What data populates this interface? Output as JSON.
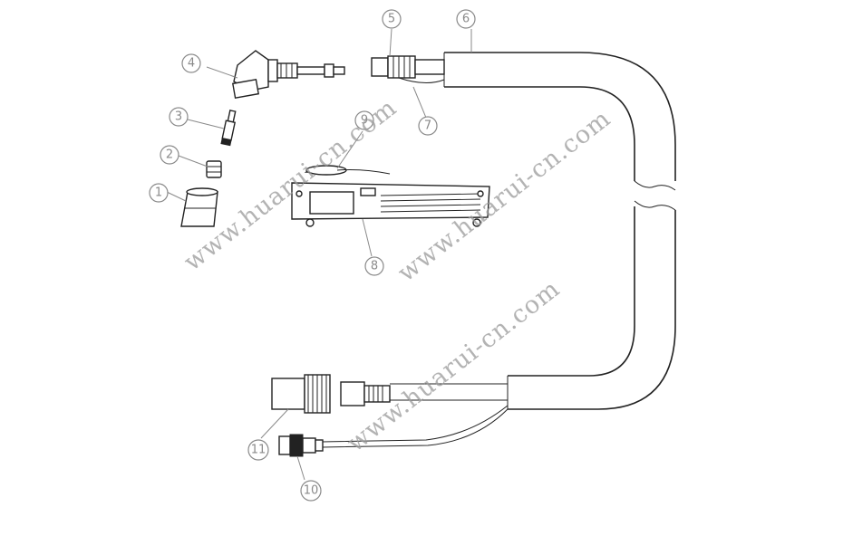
{
  "callouts": [
    {
      "id": "1",
      "label": "1"
    },
    {
      "id": "2",
      "label": "2"
    },
    {
      "id": "3",
      "label": "3"
    },
    {
      "id": "4",
      "label": "4"
    },
    {
      "id": "5",
      "label": "5"
    },
    {
      "id": "6",
      "label": "6"
    },
    {
      "id": "7",
      "label": "7"
    },
    {
      "id": "8",
      "label": "8"
    },
    {
      "id": "9",
      "label": "9"
    },
    {
      "id": "10",
      "label": "10"
    },
    {
      "id": "11",
      "label": "11"
    }
  ],
  "watermarks": [
    "www.huarui-cn.com",
    "www.huarui-cn.com",
    "www.huarui-cn.com"
  ]
}
